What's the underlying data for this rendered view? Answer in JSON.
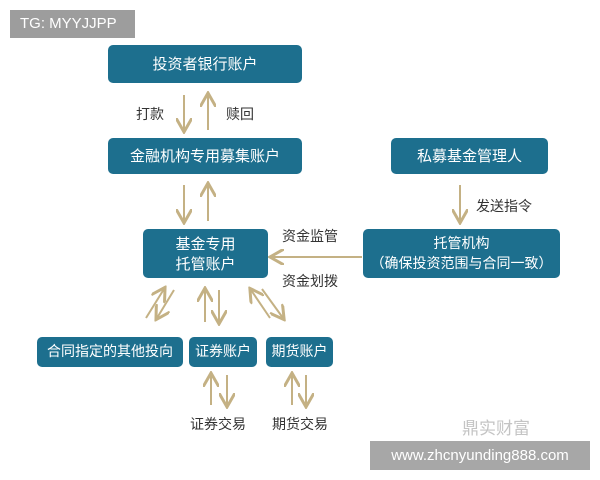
{
  "tag": "TG: MYYJJPP",
  "boxes": {
    "investor_account": "投资者银行账户",
    "raising_account": "金融机构专用募集账户",
    "manager": "私募基金管理人",
    "custody_account_l1": "基金专用",
    "custody_account_l2": "托管账户",
    "custodian_l1": "托管机构",
    "custodian_l2": "（确保投资范围与合同一致）",
    "other_investments": "合同指定的其他投向",
    "securities_account": "证券账户",
    "futures_account": "期货账户"
  },
  "labels": {
    "pay": "打款",
    "redeem": "赎回",
    "send_instruction": "发送指令",
    "fund_supervision": "资金监管",
    "fund_transfer": "资金划拨",
    "securities_trading": "证券交易",
    "futures_trading": "期货交易"
  },
  "watermark": {
    "logo": "鼎实财富",
    "url": "www.zhcnyunding888.com"
  },
  "colors": {
    "box": "#1d6f8e",
    "arrow": "#c4b184"
  }
}
